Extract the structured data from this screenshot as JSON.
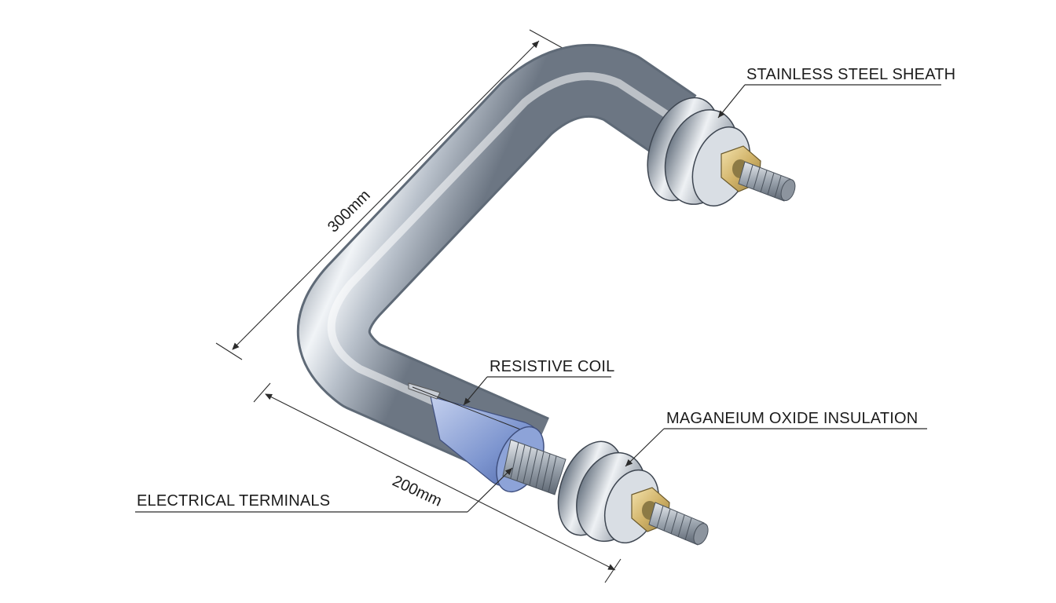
{
  "labels": {
    "sheath": "STAINLESS STEEL SHEATH",
    "coil": "RESISTIVE COIL",
    "insulation": "MAGANEIUM OXIDE INSULATION",
    "terminals": "ELECTRICAL TERMINALS"
  },
  "dimensions": {
    "long_leg": "300mm",
    "short_leg": "200mm"
  },
  "colors": {
    "steel_light": "#e9edf2",
    "steel_mid": "#aab3be",
    "steel_dark": "#6f7a87",
    "brass": "#d8c184",
    "coil_blue": "#7d95cf",
    "line": "#2b2b2b"
  }
}
